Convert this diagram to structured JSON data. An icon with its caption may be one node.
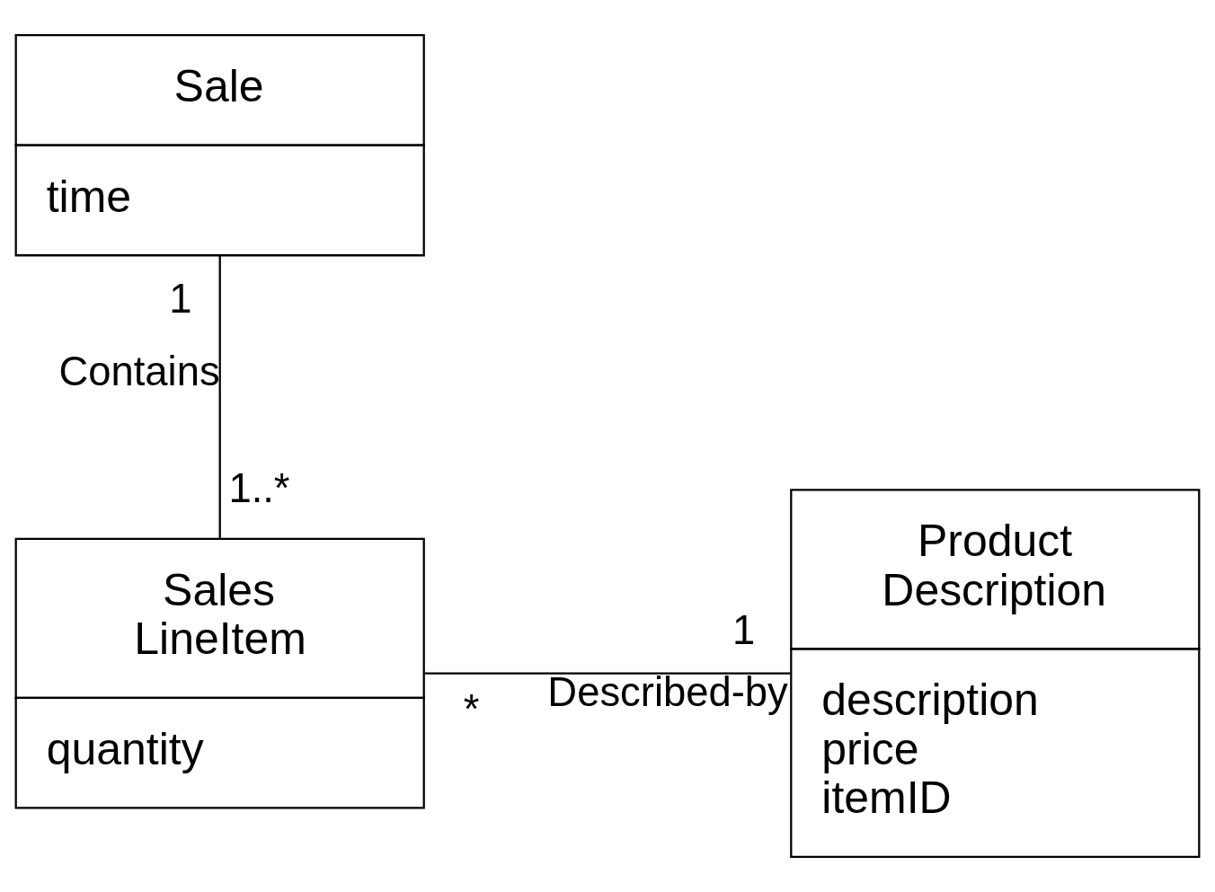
{
  "diagram": {
    "nodes": [
      {
        "text": [
          "Sale",
          "time"
        ]
      },
      {
        "text": [
          "Sales LineItem",
          "quantity"
        ]
      },
      {
        "text": [
          "Product Description",
          "description",
          "price",
          "itemID"
        ]
      }
    ],
    "edges": [
      {
        "from": 0,
        "to": 1,
        "arrow": "none",
        "label": "Contains"
      },
      {
        "from": 1,
        "to": 2,
        "arrow": "none",
        "label": "Described-by"
      }
    ],
    "labels": [
      "1",
      "1..*",
      "*",
      "1"
    ]
  }
}
